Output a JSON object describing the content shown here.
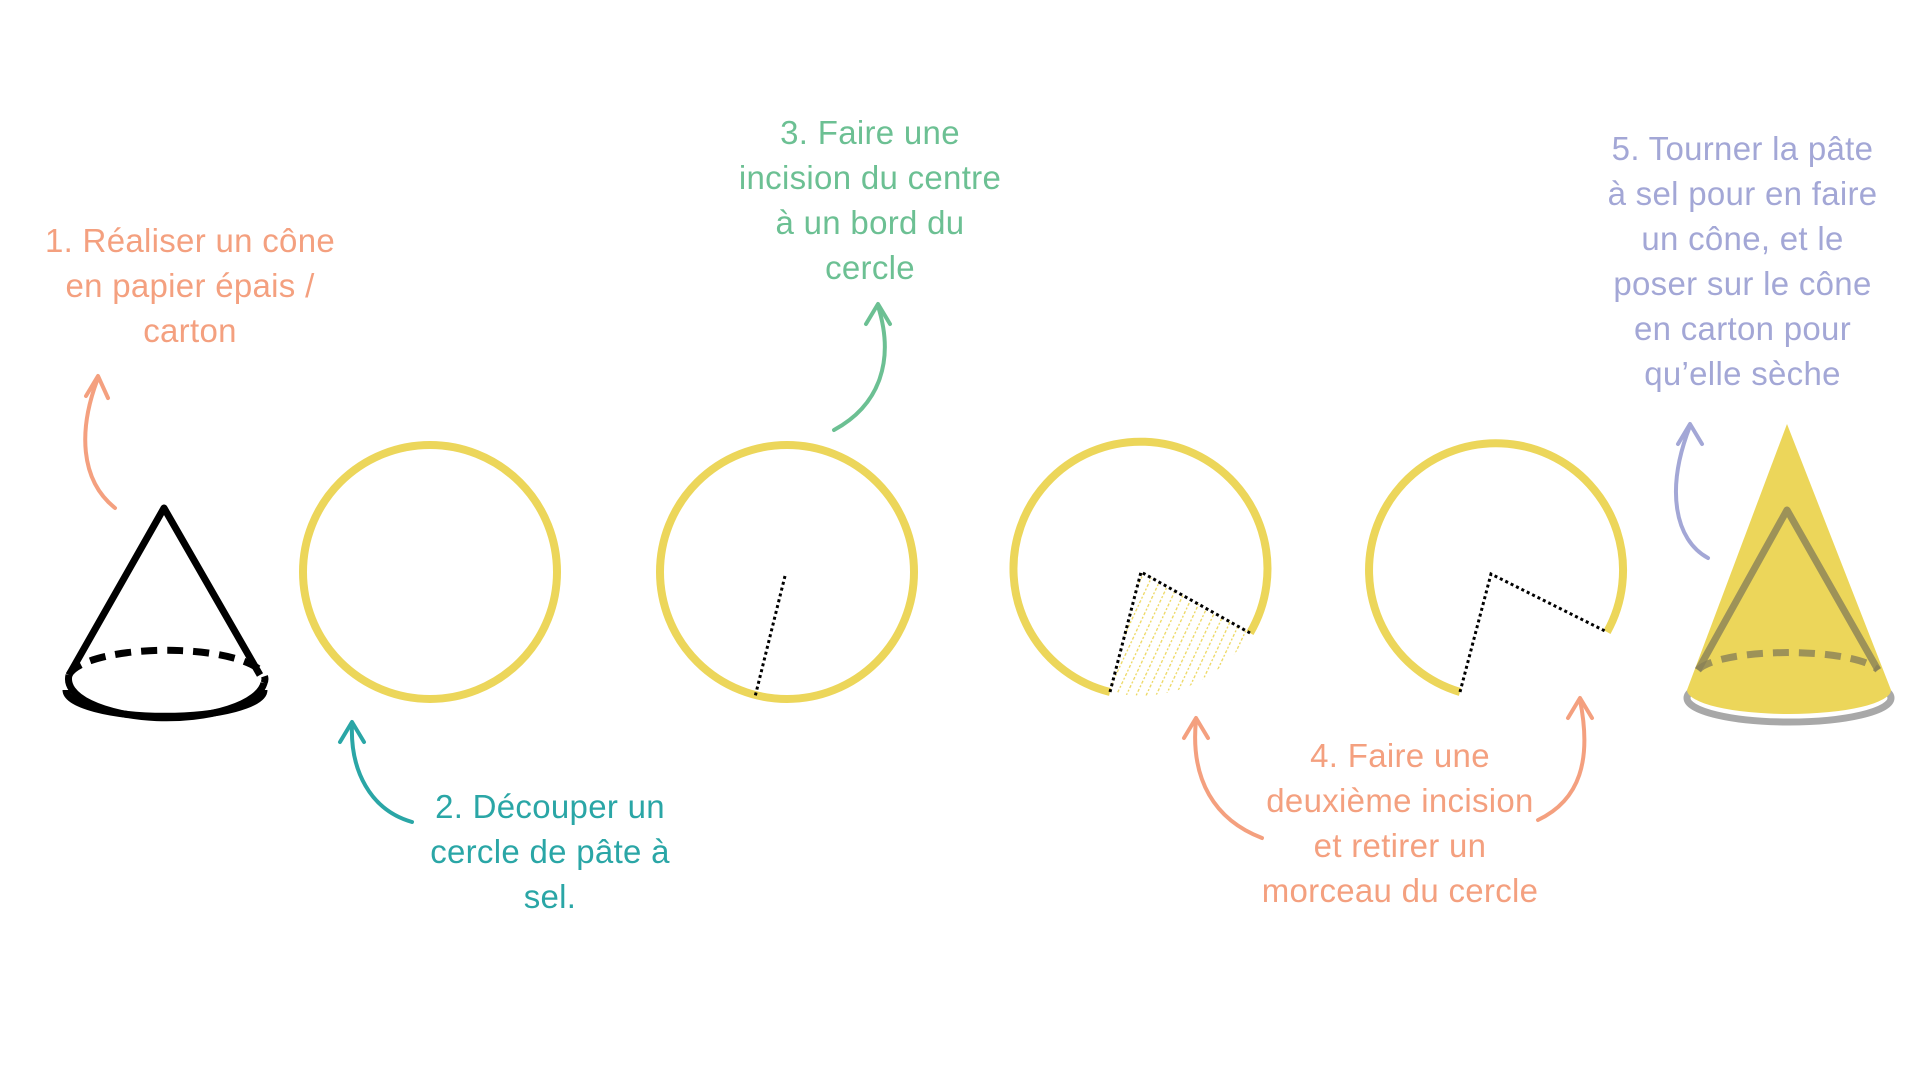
{
  "steps": [
    {
      "id": "step1",
      "color": "#f4a07f",
      "lines": [
        "1. Réaliser un cône",
        "en papier épais /",
        "carton"
      ]
    },
    {
      "id": "step2",
      "color": "#2aa6a6",
      "lines": [
        "2. Découper un",
        "cercle de pâte à",
        "sel."
      ]
    },
    {
      "id": "step3",
      "color": "#6cc093",
      "lines": [
        "3. Faire une",
        "incision du centre",
        "à un bord du",
        "cercle"
      ]
    },
    {
      "id": "step4",
      "color": "#f4a07f",
      "lines": [
        "4. Faire une",
        "deuxième incision",
        "et retirer un",
        "morceau du cercle"
      ]
    },
    {
      "id": "step5",
      "color": "#a3a7d6",
      "lines": [
        "5. Tourner la pâte",
        "à sel pour en faire",
        "un cône, et le",
        "poser sur le cône",
        "en carton pour",
        "qu’elle sèche"
      ]
    }
  ],
  "colors": {
    "dough": "#ecd65a",
    "outline": "#000000",
    "shadow": "#a8a8a8"
  },
  "icons": [
    "paper-cone-icon",
    "dough-circle-icon",
    "cut-circle-icon",
    "removed-slice-circle-icon",
    "open-circle-icon",
    "dough-cone-icon"
  ]
}
